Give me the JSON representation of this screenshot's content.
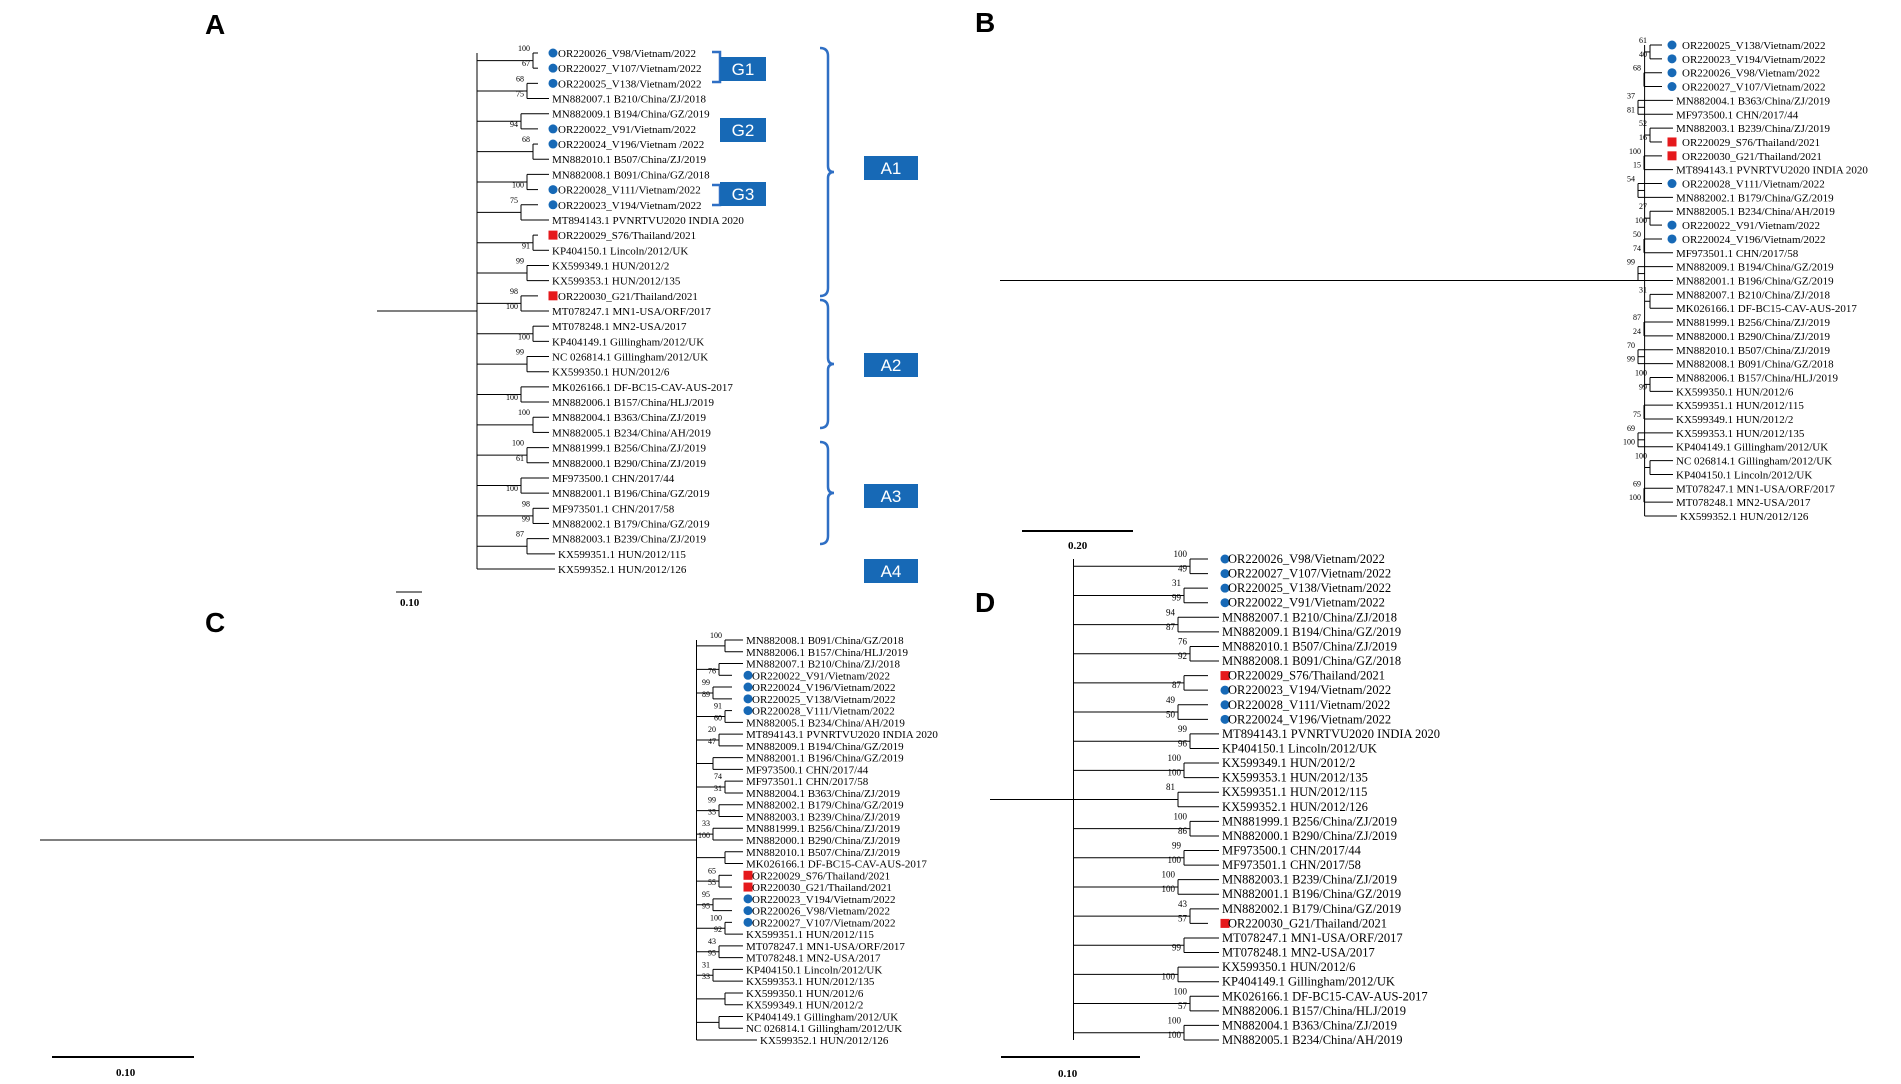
{
  "panels": {
    "A": {
      "letter": "A",
      "scale": "0.10",
      "leaves": [
        {
          "label": "OR220026_V98/Vietnam/2022",
          "marker": "circle",
          "boot": "100"
        },
        {
          "label": "OR220027_V107/Vietnam/2022",
          "marker": "circle",
          "boot": "67"
        },
        {
          "label": "OR220025_V138/Vietnam/2022",
          "marker": "circle",
          "boot": "68"
        },
        {
          "label": "MN882007.1 B210/China/ZJ/2018",
          "marker": "",
          "boot": "75"
        },
        {
          "label": "MN882009.1 B194/China/GZ/2019",
          "marker": "",
          "boot": ""
        },
        {
          "label": "OR220022_V91/Vietnam/2022",
          "marker": "circle",
          "boot": "94"
        },
        {
          "label": "OR220024_V196/Vietnam /2022",
          "marker": "circle",
          "boot": "68"
        },
        {
          "label": "MN882010.1 B507/China/ZJ/2019",
          "marker": "",
          "boot": ""
        },
        {
          "label": "MN882008.1 B091/China/GZ/2018",
          "marker": "",
          "boot": ""
        },
        {
          "label": "OR220028_V111/Vietnam/2022",
          "marker": "circle",
          "boot": "100"
        },
        {
          "label": "OR220023_V194/Vietnam/2022",
          "marker": "circle",
          "boot": "75"
        },
        {
          "label": "MT894143.1 PVNRTVU2020  INDIA 2020",
          "marker": "",
          "boot": ""
        },
        {
          "label": "OR220029_S76/Thailand/2021",
          "marker": "square",
          "boot": ""
        },
        {
          "label": "KP404150.1 Lincoln/2012/UK",
          "marker": "",
          "boot": "91"
        },
        {
          "label": "KX599349.1 HUN/2012/2",
          "marker": "",
          "boot": "99"
        },
        {
          "label": "KX599353.1 HUN/2012/135",
          "marker": "",
          "boot": ""
        },
        {
          "label": "OR220030_G21/Thailand/2021",
          "marker": "square",
          "boot": "98"
        },
        {
          "label": "MT078247.1 MN1-USA/ORF/2017",
          "marker": "",
          "boot": "100"
        },
        {
          "label": "MT078248.1 MN2-USA/2017",
          "marker": "",
          "boot": ""
        },
        {
          "label": "KP404149.1 Gillingham/2012/UK",
          "marker": "",
          "boot": "100"
        },
        {
          "label": "NC 026814.1 Gillingham/2012/UK",
          "marker": "",
          "boot": "99"
        },
        {
          "label": "KX599350.1 HUN/2012/6",
          "marker": "",
          "boot": ""
        },
        {
          "label": "MK026166.1 DF-BC15-CAV-AUS-2017",
          "marker": "",
          "boot": ""
        },
        {
          "label": "MN882006.1 B157/China/HLJ/2019",
          "marker": "",
          "boot": "100"
        },
        {
          "label": "MN882004.1 B363/China/ZJ/2019",
          "marker": "",
          "boot": "100"
        },
        {
          "label": "MN882005.1 B234/China/AH/2019",
          "marker": "",
          "boot": ""
        },
        {
          "label": "MN881999.1 B256/China/ZJ/2019",
          "marker": "",
          "boot": "100"
        },
        {
          "label": "MN882000.1 B290/China/ZJ/2019",
          "marker": "",
          "boot": "61"
        },
        {
          "label": "MF973500.1 CHN/2017/44",
          "marker": "",
          "boot": ""
        },
        {
          "label": "MN882001.1 B196/China/GZ/2019",
          "marker": "",
          "boot": "100"
        },
        {
          "label": "MF973501.1 CHN/2017/58",
          "marker": "",
          "boot": "98"
        },
        {
          "label": "MN882002.1 B179/China/GZ/2019",
          "marker": "",
          "boot": "99"
        },
        {
          "label": "MN882003.1 B239/China/ZJ/2019",
          "marker": "",
          "boot": "87"
        },
        {
          "label": "KX599351.1 HUN/2012/115",
          "marker": "",
          "boot": ""
        },
        {
          "label": "KX599352.1 HUN/2012/126",
          "marker": "",
          "boot": ""
        }
      ],
      "groups": [
        "G1",
        "G2",
        "G3"
      ],
      "clades": [
        "A1",
        "A2",
        "A3",
        "A4"
      ]
    },
    "B": {
      "letter": "B",
      "scale": "0.20",
      "leaves": [
        {
          "label": "OR220025_V138/Vietnam/2022",
          "marker": "circle",
          "boot": "61"
        },
        {
          "label": "OR220023_V194/Vietnam/2022",
          "marker": "circle",
          "boot": "40"
        },
        {
          "label": "OR220026_V98/Vietnam/2022",
          "marker": "circle",
          "boot": "68"
        },
        {
          "label": "OR220027_V107/Vietnam/2022",
          "marker": "circle",
          "boot": ""
        },
        {
          "label": "MN882004.1 B363/China/ZJ/2019",
          "marker": "",
          "boot": "37"
        },
        {
          "label": "MF973500.1 CHN/2017/44",
          "marker": "",
          "boot": "81"
        },
        {
          "label": "MN882003.1 B239/China/ZJ/2019",
          "marker": "",
          "boot": "52"
        },
        {
          "label": "OR220029_S76/Thailand/2021",
          "marker": "square",
          "boot": "16"
        },
        {
          "label": "OR220030_G21/Thailand/2021",
          "marker": "square",
          "boot": "100"
        },
        {
          "label": "MT894143.1 PVNRTVU2020  INDIA 2020",
          "marker": "",
          "boot": "15"
        },
        {
          "label": "OR220028_V111/Vietnam/2022",
          "marker": "circle",
          "boot": "54"
        },
        {
          "label": "MN882002.1 B179/China/GZ/2019",
          "marker": "",
          "boot": ""
        },
        {
          "label": "MN882005.1 B234/China/AH/2019",
          "marker": "",
          "boot": "27"
        },
        {
          "label": "OR220022_V91/Vietnam/2022",
          "marker": "circle",
          "boot": "100"
        },
        {
          "label": "OR220024_V196/Vietnam/2022",
          "marker": "circle",
          "boot": "50"
        },
        {
          "label": "MF973501.1 CHN/2017/58",
          "marker": "",
          "boot": "74"
        },
        {
          "label": "MN882009.1 B194/China/GZ/2019",
          "marker": "",
          "boot": "99"
        },
        {
          "label": "MN882001.1 B196/China/GZ/2019",
          "marker": "",
          "boot": ""
        },
        {
          "label": "MN882007.1 B210/China/ZJ/2018",
          "marker": "",
          "boot": "31"
        },
        {
          "label": "MK026166.1 DF-BC15-CAV-AUS-2017",
          "marker": "",
          "boot": ""
        },
        {
          "label": "MN881999.1 B256/China/ZJ/2019",
          "marker": "",
          "boot": "87"
        },
        {
          "label": "MN882000.1 B290/China/ZJ/2019",
          "marker": "",
          "boot": "24"
        },
        {
          "label": "MN882010.1 B507/China/ZJ/2019",
          "marker": "",
          "boot": "70"
        },
        {
          "label": "MN882008.1 B091/China/GZ/2018",
          "marker": "",
          "boot": "99"
        },
        {
          "label": "MN882006.1 B157/China/HLJ/2019",
          "marker": "",
          "boot": "100"
        },
        {
          "label": "KX599350.1 HUN/2012/6",
          "marker": "",
          "boot": "99"
        },
        {
          "label": "KX599351.1 HUN/2012/115",
          "marker": "",
          "boot": ""
        },
        {
          "label": "KX599349.1 HUN/2012/2",
          "marker": "",
          "boot": "75"
        },
        {
          "label": "KX599353.1 HUN/2012/135",
          "marker": "",
          "boot": "69"
        },
        {
          "label": "KP404149.1 Gillingham/2012/UK",
          "marker": "",
          "boot": "100"
        },
        {
          "label": "NC 026814.1 Gillingham/2012/UK",
          "marker": "",
          "boot": "100"
        },
        {
          "label": "KP404150.1 Lincoln/2012/UK",
          "marker": "",
          "boot": ""
        },
        {
          "label": "MT078247.1 MN1-USA/ORF/2017",
          "marker": "",
          "boot": "69"
        },
        {
          "label": "MT078248.1 MN2-USA/2017",
          "marker": "",
          "boot": "100"
        },
        {
          "label": "KX599352.1 HUN/2012/126",
          "marker": "",
          "boot": ""
        }
      ]
    },
    "C": {
      "letter": "C",
      "scale": "0.10",
      "leaves": [
        {
          "label": "MN882008.1 B091/China/GZ/2018",
          "marker": "",
          "boot": "100"
        },
        {
          "label": "MN882006.1 B157/China/HLJ/2019",
          "marker": "",
          "boot": ""
        },
        {
          "label": "MN882007.1 B210/China/ZJ/2018",
          "marker": "",
          "boot": ""
        },
        {
          "label": "OR220022_V91/Vietnam/2022",
          "marker": "circle",
          "boot": "76"
        },
        {
          "label": "OR220024_V196/Vietnam/2022",
          "marker": "circle",
          "boot": "99"
        },
        {
          "label": "OR220025_V138/Vietnam/2022",
          "marker": "circle",
          "boot": "89"
        },
        {
          "label": "OR220028_V111/Vietnam/2022",
          "marker": "circle",
          "boot": "91"
        },
        {
          "label": "MN882005.1 B234/China/AH/2019",
          "marker": "",
          "boot": "60"
        },
        {
          "label": "MT894143.1 PVNRTVU2020  INDIA 2020",
          "marker": "",
          "boot": "20"
        },
        {
          "label": "MN882009.1 B194/China/GZ/2019",
          "marker": "",
          "boot": "47"
        },
        {
          "label": "MN882001.1 B196/China/GZ/2019",
          "marker": "",
          "boot": ""
        },
        {
          "label": "MF973500.1 CHN/2017/44",
          "marker": "",
          "boot": ""
        },
        {
          "label": "MF973501.1 CHN/2017/58",
          "marker": "",
          "boot": "74"
        },
        {
          "label": "MN882004.1 B363/China/ZJ/2019",
          "marker": "",
          "boot": "31"
        },
        {
          "label": "MN882002.1 B179/China/GZ/2019",
          "marker": "",
          "boot": "99"
        },
        {
          "label": "MN882003.1 B239/China/ZJ/2019",
          "marker": "",
          "boot": "35"
        },
        {
          "label": "MN881999.1 B256/China/ZJ/2019",
          "marker": "",
          "boot": "33"
        },
        {
          "label": "MN882000.1 B290/China/ZJ/2019",
          "marker": "",
          "boot": "100"
        },
        {
          "label": "MN882010.1 B507/China/ZJ/2019",
          "marker": "",
          "boot": ""
        },
        {
          "label": "MK026166.1 DF-BC15-CAV-AUS-2017",
          "marker": "",
          "boot": ""
        },
        {
          "label": "OR220029_S76/Thailand/2021",
          "marker": "square",
          "boot": "65"
        },
        {
          "label": "OR220030_G21/Thailand/2021",
          "marker": "square",
          "boot": "55"
        },
        {
          "label": "OR220023_V194/Vietnam/2022",
          "marker": "circle",
          "boot": "95"
        },
        {
          "label": "OR220026_V98/Vietnam/2022",
          "marker": "circle",
          "boot": "95"
        },
        {
          "label": "OR220027_V107/Vietnam/2022",
          "marker": "circle",
          "boot": "100"
        },
        {
          "label": "KX599351.1 HUN/2012/115",
          "marker": "",
          "boot": "92"
        },
        {
          "label": "MT078247.1 MN1-USA/ORF/2017",
          "marker": "",
          "boot": "43"
        },
        {
          "label": "MT078248.1 MN2-USA/2017",
          "marker": "",
          "boot": "95"
        },
        {
          "label": "KP404150.1 Lincoln/2012/UK",
          "marker": "",
          "boot": "31"
        },
        {
          "label": "KX599353.1 HUN/2012/135",
          "marker": "",
          "boot": "33"
        },
        {
          "label": "KX599350.1 HUN/2012/6",
          "marker": "",
          "boot": ""
        },
        {
          "label": "KX599349.1 HUN/2012/2",
          "marker": "",
          "boot": ""
        },
        {
          "label": "KP404149.1 Gillingham/2012/UK",
          "marker": "",
          "boot": ""
        },
        {
          "label": "NC 026814.1 Gillingham/2012/UK",
          "marker": "",
          "boot": ""
        },
        {
          "label": "KX599352.1 HUN/2012/126",
          "marker": "",
          "boot": ""
        }
      ]
    },
    "D": {
      "letter": "D",
      "scale": "0.10",
      "leaves": [
        {
          "label": "OR220026_V98/Vietnam/2022",
          "marker": "circle",
          "boot": "100"
        },
        {
          "label": "OR220027_V107/Vietnam/2022",
          "marker": "circle",
          "boot": "49"
        },
        {
          "label": "OR220025_V138/Vietnam/2022",
          "marker": "circle",
          "boot": "31"
        },
        {
          "label": "OR220022_V91/Vietnam/2022",
          "marker": "circle",
          "boot": "99"
        },
        {
          "label": "MN882007.1 B210/China/ZJ/2018",
          "marker": "",
          "boot": "94"
        },
        {
          "label": "MN882009.1 B194/China/GZ/2019",
          "marker": "",
          "boot": "87"
        },
        {
          "label": "MN882010.1 B507/China/ZJ/2019",
          "marker": "",
          "boot": "76"
        },
        {
          "label": "MN882008.1 B091/China/GZ/2018",
          "marker": "",
          "boot": "92"
        },
        {
          "label": "OR220029_S76/Thailand/2021",
          "marker": "square",
          "boot": ""
        },
        {
          "label": "OR220023_V194/Vietnam/2022",
          "marker": "circle",
          "boot": "87"
        },
        {
          "label": "OR220028_V111/Vietnam/2022",
          "marker": "circle",
          "boot": "49"
        },
        {
          "label": "OR220024_V196/Vietnam/2022",
          "marker": "circle",
          "boot": "50"
        },
        {
          "label": "MT894143.1 PVNRTVU2020  INDIA 2020",
          "marker": "",
          "boot": "99"
        },
        {
          "label": "KP404150.1 Lincoln/2012/UK",
          "marker": "",
          "boot": "96"
        },
        {
          "label": "KX599349.1 HUN/2012/2",
          "marker": "",
          "boot": "100"
        },
        {
          "label": "KX599353.1 HUN/2012/135",
          "marker": "",
          "boot": "100"
        },
        {
          "label": "KX599351.1 HUN/2012/115",
          "marker": "",
          "boot": "81"
        },
        {
          "label": "KX599352.1 HUN/2012/126",
          "marker": "",
          "boot": ""
        },
        {
          "label": "MN881999.1 B256/China/ZJ/2019",
          "marker": "",
          "boot": "100"
        },
        {
          "label": "MN882000.1 B290/China/ZJ/2019",
          "marker": "",
          "boot": "86"
        },
        {
          "label": "MF973500.1 CHN/2017/44",
          "marker": "",
          "boot": "99"
        },
        {
          "label": "MF973501.1 CHN/2017/58",
          "marker": "",
          "boot": "100"
        },
        {
          "label": "MN882003.1 B239/China/ZJ/2019",
          "marker": "",
          "boot": "100"
        },
        {
          "label": "MN882001.1 B196/China/GZ/2019",
          "marker": "",
          "boot": "100"
        },
        {
          "label": "MN882002.1 B179/China/GZ/2019",
          "marker": "",
          "boot": "43"
        },
        {
          "label": "OR220030_G21/Thailand/2021",
          "marker": "square",
          "boot": "57"
        },
        {
          "label": "MT078247.1 MN1-USA/ORF/2017",
          "marker": "",
          "boot": ""
        },
        {
          "label": "MT078248.1 MN2-USA/2017",
          "marker": "",
          "boot": "99"
        },
        {
          "label": "KX599350.1 HUN/2012/6",
          "marker": "",
          "boot": ""
        },
        {
          "label": "KP404149.1 Gillingham/2012/UK",
          "marker": "",
          "boot": "100"
        },
        {
          "label": "MK026166.1 DF-BC15-CAV-AUS-2017",
          "marker": "",
          "boot": "100"
        },
        {
          "label": "MN882006.1 B157/China/HLJ/2019",
          "marker": "",
          "boot": "57"
        },
        {
          "label": "MN882004.1 B363/China/ZJ/2019",
          "marker": "",
          "boot": "100"
        },
        {
          "label": "MN882005.1 B234/China/AH/2019",
          "marker": "",
          "boot": "100"
        }
      ]
    }
  },
  "colors": {
    "vietnam_marker": "#1769b6",
    "thailand_marker": "#e5191c",
    "brace": "#2f6fc4",
    "badge": "#1769b6"
  }
}
